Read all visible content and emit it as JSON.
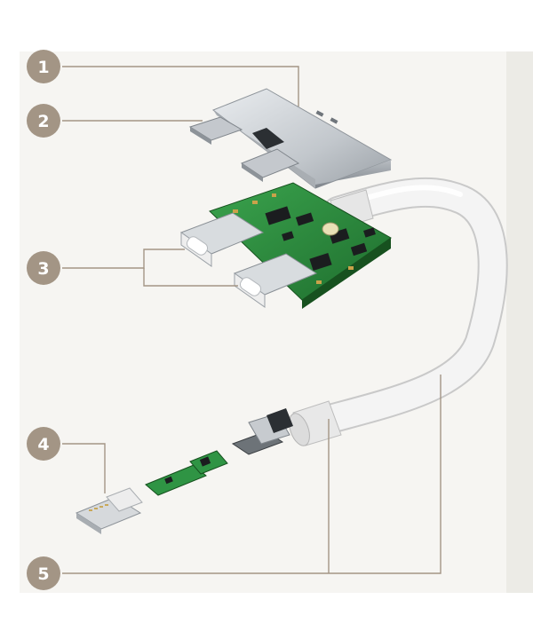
{
  "colors": {
    "background": "#ffffff",
    "panel": "#f6f5f2",
    "badge": "#a39585",
    "leader": "#a39585",
    "pcb": "#2d8a3e",
    "metal": "#c9cdd1",
    "cable": "#f2f2f2"
  },
  "callouts": [
    {
      "label": "1",
      "part": "metal-housing"
    },
    {
      "label": "2",
      "part": "housing-tabs"
    },
    {
      "label": "3",
      "part": "charging-ports"
    },
    {
      "label": "4",
      "part": "lightning-connector"
    },
    {
      "label": "5",
      "part": "cable-assembly"
    }
  ]
}
